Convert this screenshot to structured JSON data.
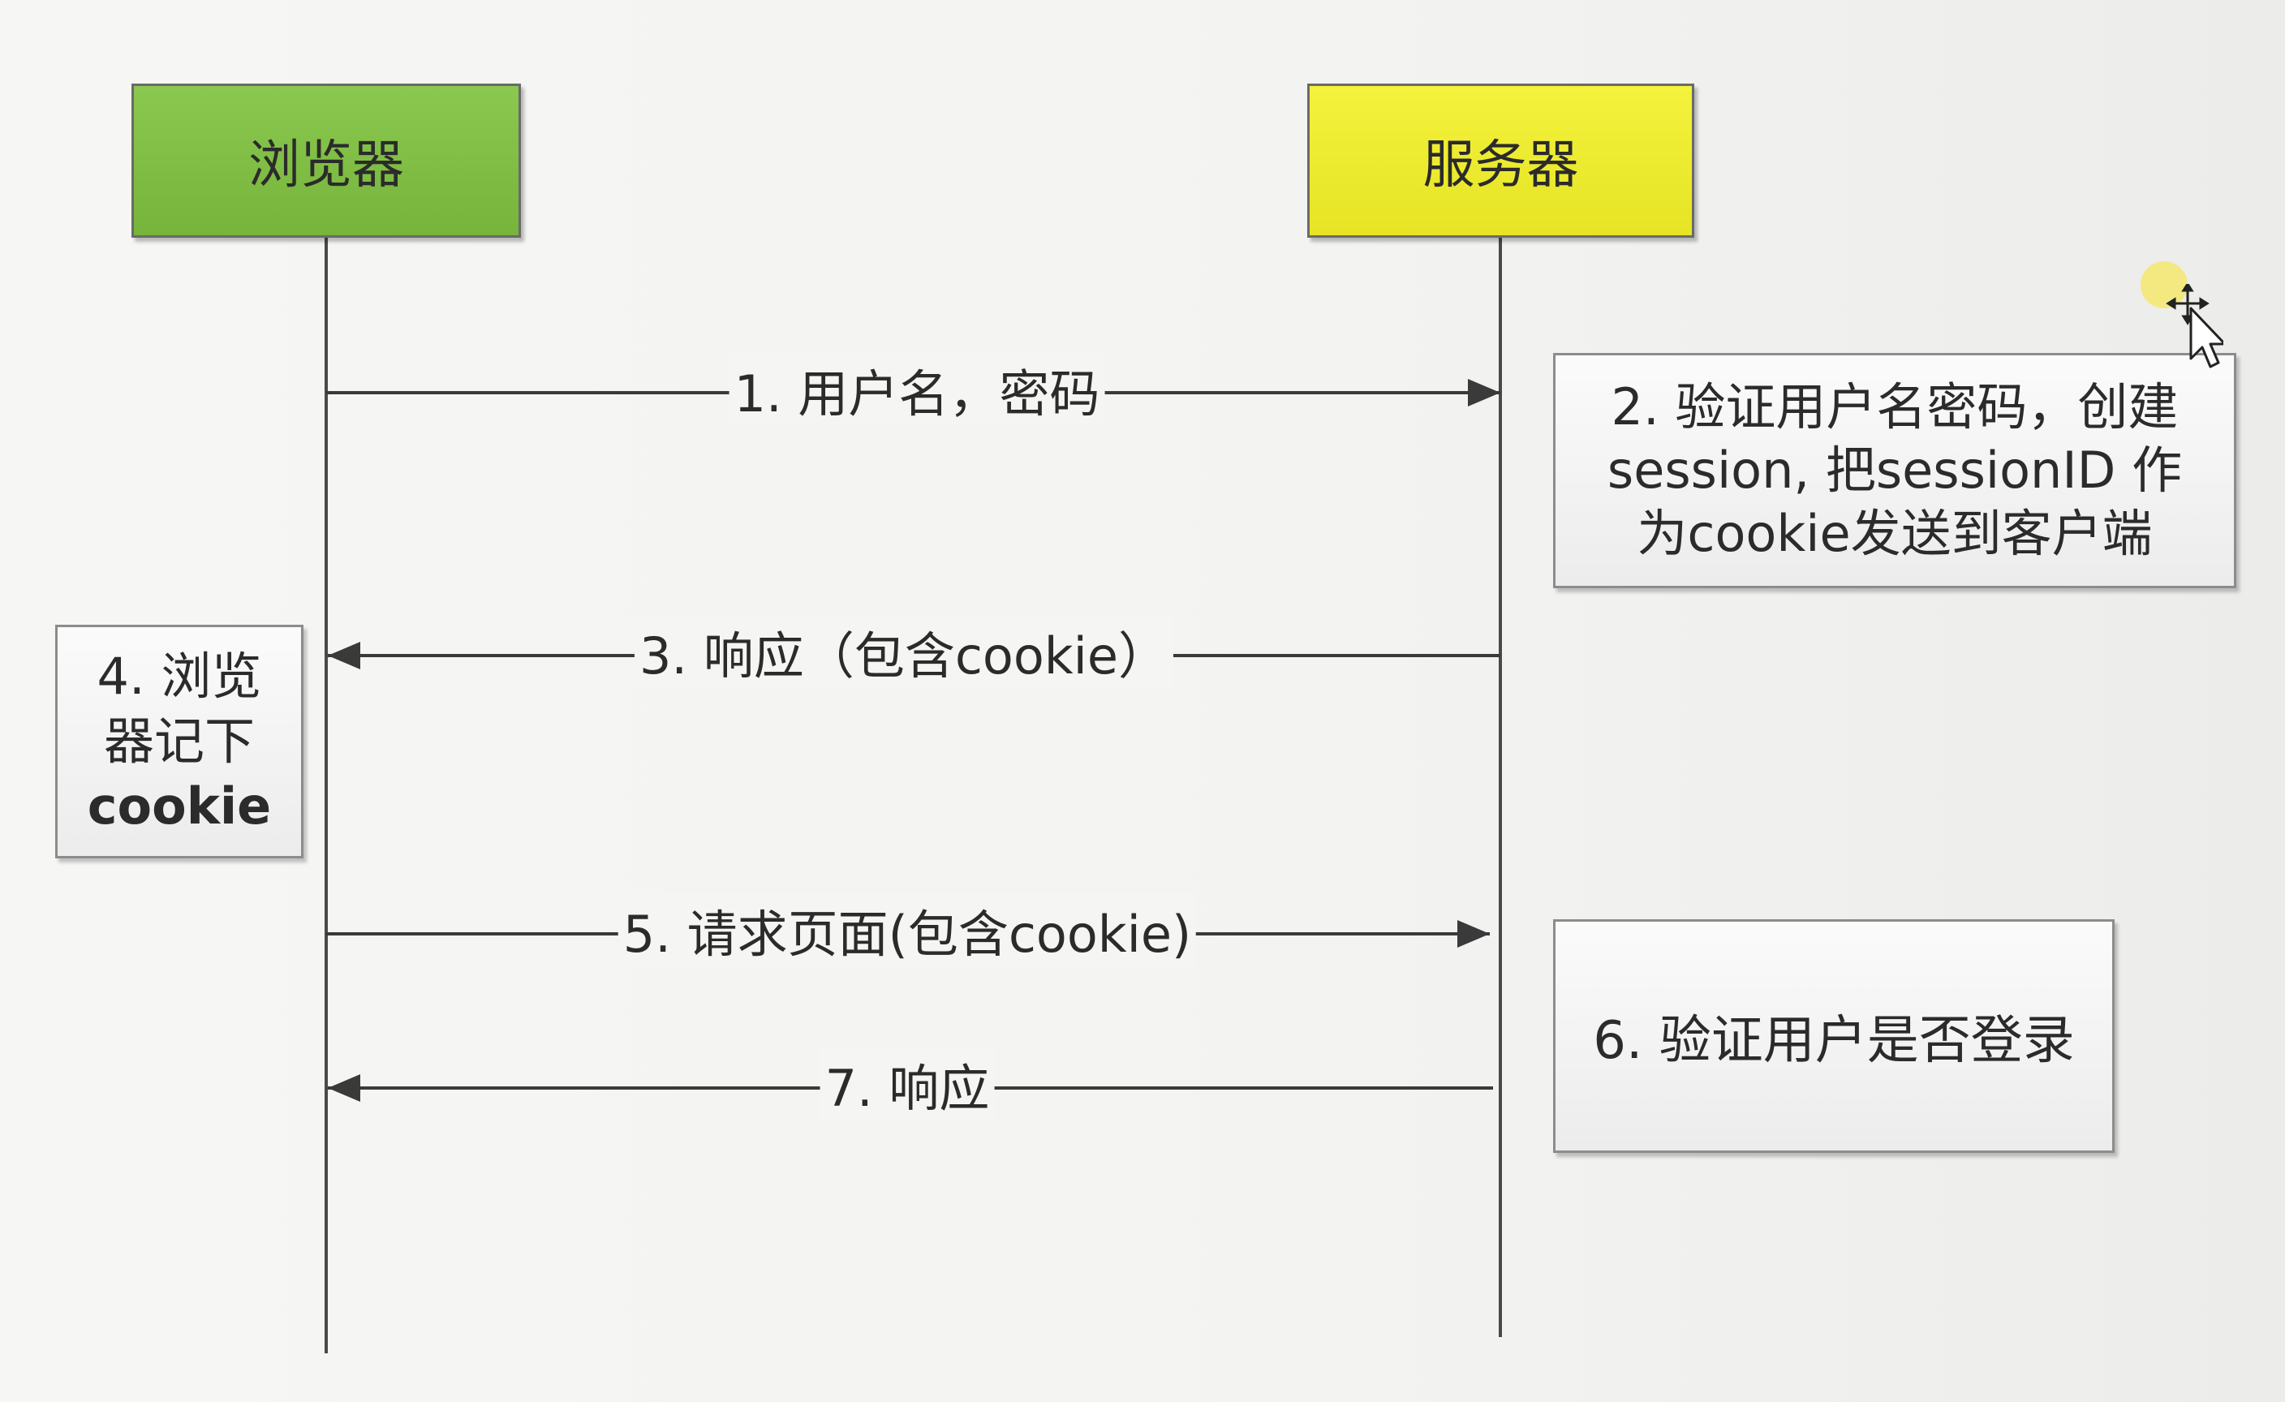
{
  "actors": {
    "browser": {
      "label": "浏览器",
      "color": "#7ABD43"
    },
    "server": {
      "label": "服务器",
      "color": "#EDEB2C"
    }
  },
  "messages": [
    {
      "label": "1. 用户名，密码",
      "direction": "browser-to-server"
    },
    {
      "label": "3. 响应（包含cookie）",
      "direction": "server-to-browser"
    },
    {
      "label": "5. 请求页面(包含cookie)",
      "direction": "browser-to-server"
    },
    {
      "label": "7. 响应",
      "direction": "server-to-browser"
    }
  ],
  "notes": {
    "step2": {
      "line1": "2. 验证用户名密码，创建",
      "line2": "session, 把sessionID 作",
      "line3": "为cookie发送到客户端"
    },
    "step4": {
      "line1": "4. 浏览",
      "line2": "器记下",
      "line3": "cookie"
    },
    "step6": {
      "text": "6. 验证用户是否登录"
    }
  }
}
